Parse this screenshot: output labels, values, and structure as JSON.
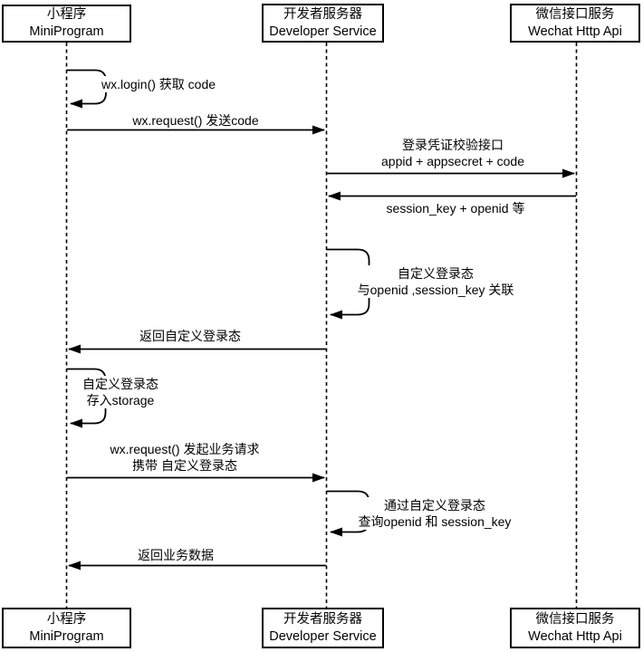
{
  "diagram": {
    "type": "sequence-diagram",
    "colors": {
      "stroke": "#000000",
      "background": "#ffffff",
      "text": "#000000"
    },
    "actors": [
      {
        "name": "小程序",
        "subtitle": "MiniProgram"
      },
      {
        "name": "开发者服务器",
        "subtitle": "Developer Service"
      },
      {
        "name": "微信接口服务",
        "subtitle": "Wechat Http Api"
      }
    ],
    "messages": [
      {
        "type": "self",
        "actor": "小程序",
        "lines": [
          "wx.login() 获取 code"
        ]
      },
      {
        "type": "message",
        "from": "小程序",
        "to": "开发者服务器",
        "lines": [
          "wx.request() 发送code"
        ]
      },
      {
        "type": "message",
        "from": "开发者服务器",
        "to": "微信接口服务",
        "lines": [
          "登录凭证校验接口",
          "appid + appsecret + code"
        ]
      },
      {
        "type": "message",
        "from": "微信接口服务",
        "to": "开发者服务器",
        "lines": [
          "session_key + openid 等"
        ]
      },
      {
        "type": "self",
        "actor": "开发者服务器",
        "lines": [
          "自定义登录态",
          "与openid ,session_key 关联"
        ]
      },
      {
        "type": "message",
        "from": "开发者服务器",
        "to": "小程序",
        "lines": [
          "返回自定义登录态"
        ]
      },
      {
        "type": "self",
        "actor": "小程序",
        "lines": [
          "自定义登录态",
          "存入storage"
        ]
      },
      {
        "type": "message",
        "from": "小程序",
        "to": "开发者服务器",
        "lines": [
          "wx.request() 发起业务请求",
          "携带 自定义登录态"
        ]
      },
      {
        "type": "self",
        "actor": "开发者服务器",
        "lines": [
          "通过自定义登录态",
          "查询openid 和 session_key"
        ]
      },
      {
        "type": "message",
        "from": "开发者服务器",
        "to": "小程序",
        "lines": [
          "返回业务数据"
        ]
      }
    ]
  }
}
